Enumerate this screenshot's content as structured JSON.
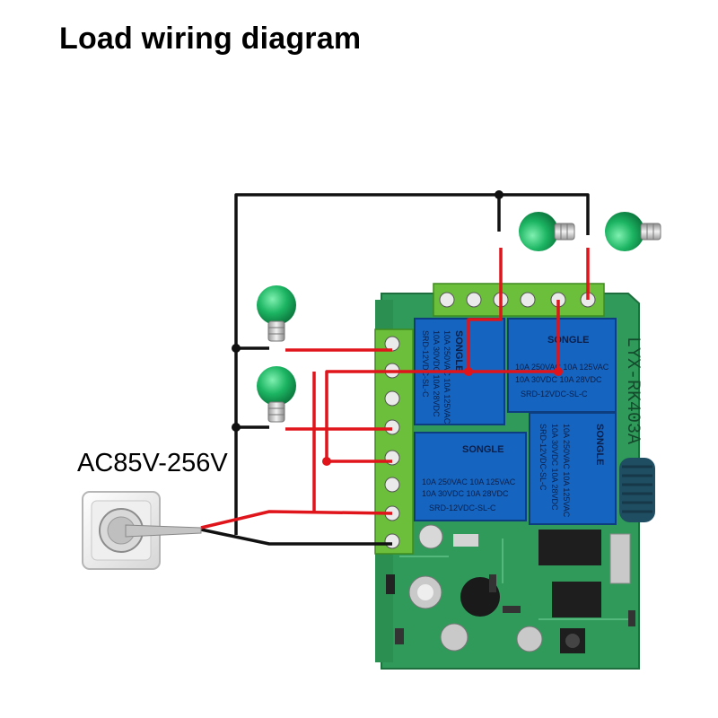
{
  "title": "Load wiring diagram",
  "power_label": "AC85V-256V",
  "board": {
    "model_label": "LYX-RK403A",
    "relays": [
      {
        "brand": "SONGLE",
        "model": "SRD-12VDC-SL-C",
        "rating_1": "10A 250VAC  10A 125VAC",
        "rating_2": "10A 30VDC  10A 28VDC"
      },
      {
        "brand": "SONGLE",
        "model": "SRD-12VDC-SL-C",
        "rating_1": "10A 250VAC  10A 125VAC",
        "rating_2": "10A 30VDC  10A 28VDC"
      },
      {
        "brand": "SONGLE",
        "model": "SRD-12VDC-SL-C",
        "rating_1": "10A 250VAC  10A 125VAC",
        "rating_2": "10A 30VDC  10A 28VDC"
      },
      {
        "brand": "SONGLE",
        "model": "SRD-12VDC-SL-C",
        "rating_1": "10A 250VAC  10A 125VAC",
        "rating_2": "10A 30VDC  10A 28VDC"
      }
    ]
  },
  "colors": {
    "wire_live": "#e0141b",
    "wire_neutral": "#111111",
    "pcb": "#2f9a5a",
    "terminal": "#6bbf3a",
    "relay": "#1565c0",
    "bulb": "#1aa858",
    "antenna": "#1f4e63"
  },
  "icons": [
    "bulb-icon",
    "power-socket-icon",
    "plug-icon",
    "antenna-icon"
  ]
}
